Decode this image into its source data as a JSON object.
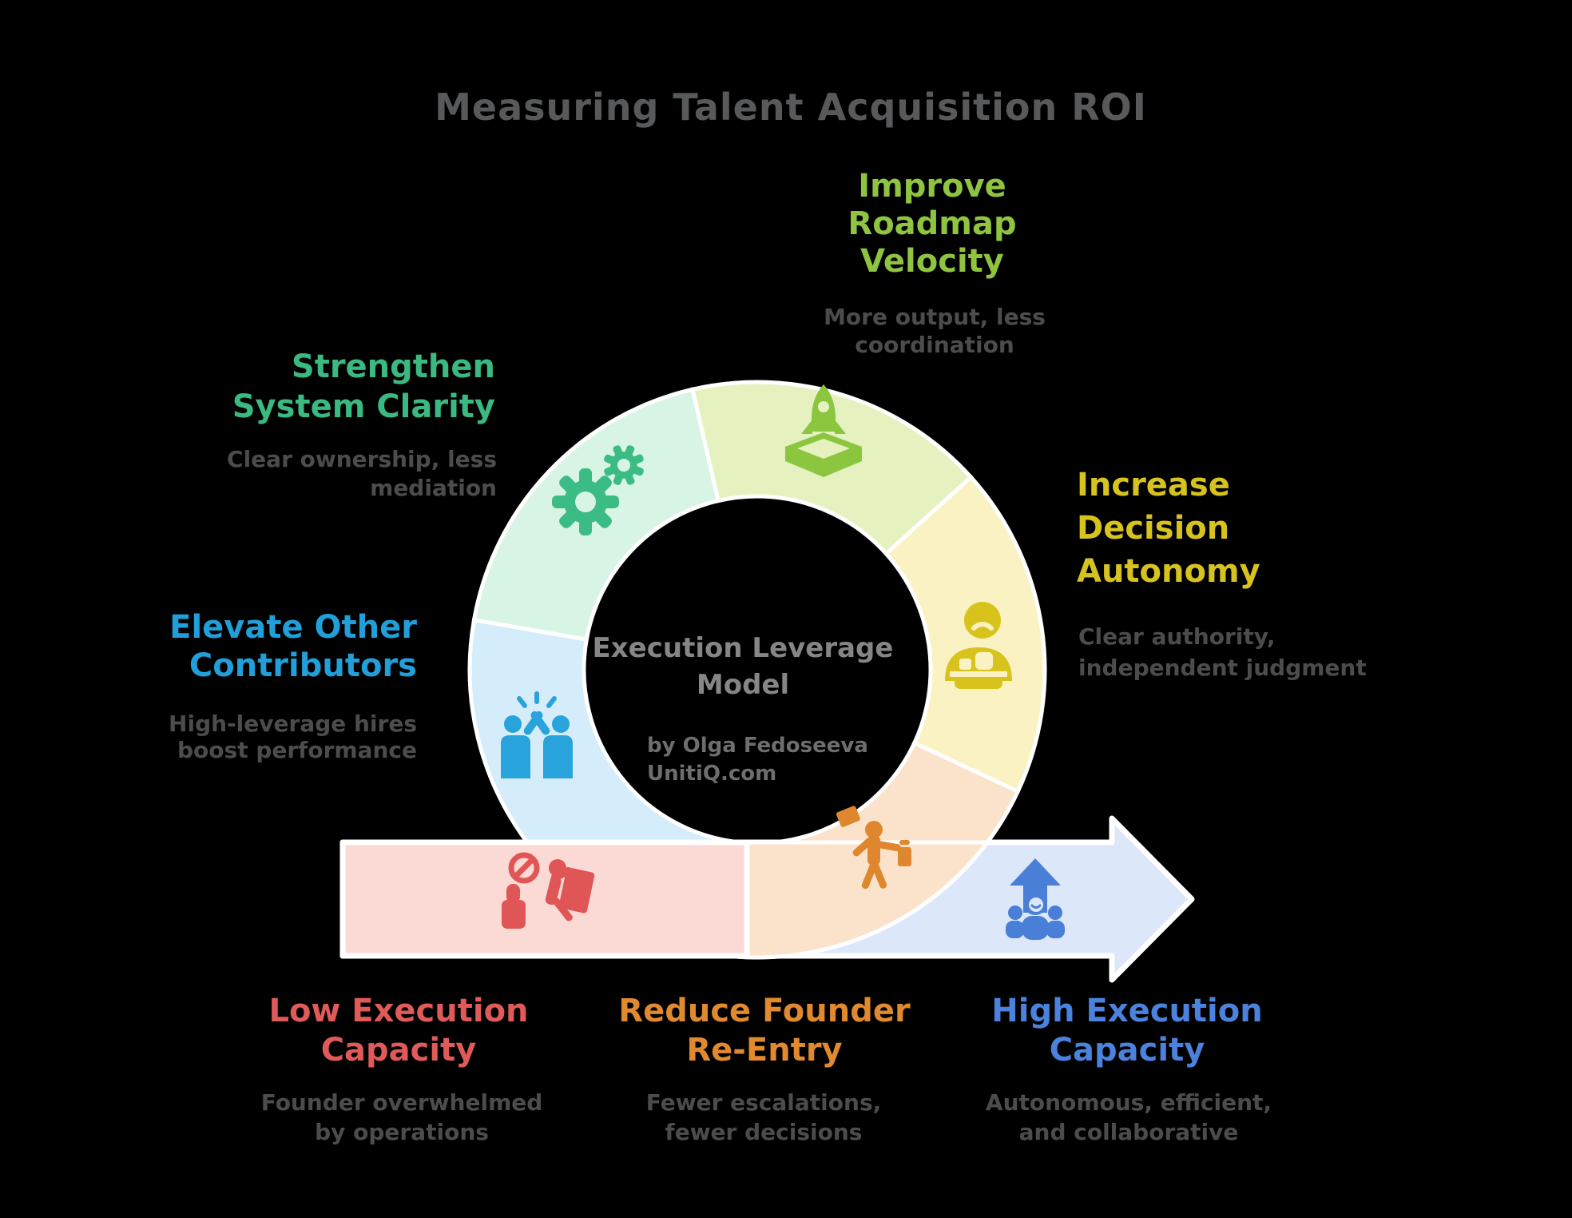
{
  "title": "Measuring Talent Acquisition ROI",
  "center": {
    "title_lines": [
      "Execution Leverage",
      "Model"
    ],
    "byline_lines": [
      "by Olga Fedoseeva",
      "UnitiQ.com"
    ]
  },
  "colors": {
    "background": "#000000",
    "title": "#58595b",
    "subtitle": "#4c4c4c",
    "center_title": "#868686",
    "center_byline": "#6e6e6e",
    "separator": "#ffffff"
  },
  "ring": {
    "segments": [
      {
        "name": "strengthen-system-clarity",
        "fill": "#d8f4e4"
      },
      {
        "name": "improve-roadmap-velocity",
        "fill": "#e5f2bf"
      },
      {
        "name": "increase-decision-autonomy",
        "fill": "#fbf2c3"
      },
      {
        "name": "reduce-founder-re-entry",
        "fill": "#fbe3cb"
      },
      {
        "name": "elevate-other-contributors",
        "fill": "#d5edfa"
      }
    ]
  },
  "band": {
    "low_fill": "#fbd9d5",
    "arrow_fill": "#dce7fa"
  },
  "labels": {
    "improve": {
      "color": "#8fc440",
      "lines": [
        "Improve",
        "Roadmap",
        "Velocity"
      ],
      "sub": [
        "More output, less",
        "coordination"
      ]
    },
    "increase": {
      "color": "#d7c31e",
      "lines": [
        "Increase",
        "Decision",
        "Autonomy"
      ],
      "sub": [
        "Clear authority,",
        "independent judgment"
      ]
    },
    "strengthen": {
      "color": "#3ab981",
      "lines": [
        "Strengthen",
        "System Clarity"
      ],
      "sub": [
        "Clear ownership, less",
        "mediation"
      ]
    },
    "elevate": {
      "color": "#219fd9",
      "lines": [
        "Elevate Other",
        "Contributors"
      ],
      "sub": [
        "High-leverage hires",
        "boost performance"
      ]
    },
    "low": {
      "color": "#e15a5a",
      "lines": [
        "Low Execution",
        "Capacity"
      ],
      "sub": [
        "Founder overwhelmed",
        "by operations"
      ]
    },
    "reduce": {
      "color": "#e0892f",
      "lines": [
        "Reduce Founder",
        "Re-Entry"
      ],
      "sub": [
        "Fewer escalations,",
        "fewer decisions"
      ]
    },
    "high": {
      "color": "#4b82dd",
      "lines": [
        "High Execution",
        "Capacity"
      ],
      "sub": [
        "Autonomous, efficient,",
        "and collaborative"
      ]
    }
  },
  "icons": {
    "gears": {
      "name": "gears-icon",
      "color": "#3bbc85"
    },
    "rocket": {
      "name": "rocket-launch-icon",
      "color": "#8cc63e"
    },
    "decision_person": {
      "name": "decision-person-icon",
      "color": "#d8c31d"
    },
    "high_five": {
      "name": "high-five-icon",
      "color": "#29a3dc"
    },
    "overwhelmed": {
      "name": "overwhelmed-founder-icon",
      "color": "#e05656"
    },
    "carrying": {
      "name": "carrying-tasks-icon",
      "color": "#df872e"
    },
    "team_up": {
      "name": "team-up-arrow-icon",
      "color": "#4a7fd8"
    }
  }
}
